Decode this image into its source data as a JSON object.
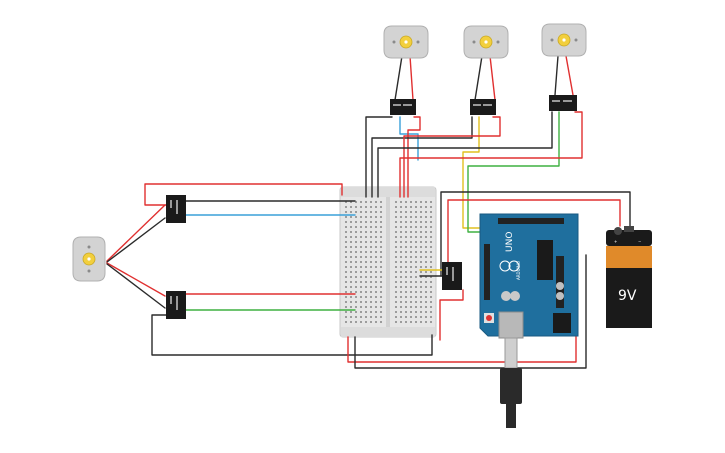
{
  "colors": {
    "background": "#ffffff",
    "wire_red": "#e03030",
    "wire_black": "#2b2b2b",
    "wire_blue": "#3aa0d8",
    "wire_yellow": "#e0c020",
    "wire_green": "#3fb040",
    "arduino_blue": "#1f6f9e",
    "breadboard": "#e6e6e6",
    "battery_orange": "#e08a2a",
    "battery_black": "#1a1a1a",
    "motor_body": "#d3d3d3",
    "motor_hub": "#f2cf3d"
  },
  "components": {
    "battery": {
      "label": "9V",
      "plus": "+",
      "minus": "−"
    },
    "arduino": {
      "logo": "UNO",
      "brand": "ARDUINO"
    },
    "motors": [
      "motor-top-left",
      "motor-top-middle",
      "motor-top-right",
      "motor-left"
    ],
    "drivers": [
      "driver-top-1",
      "driver-top-2",
      "driver-top-3",
      "driver-left-1",
      "driver-left-2",
      "driver-board"
    ]
  }
}
